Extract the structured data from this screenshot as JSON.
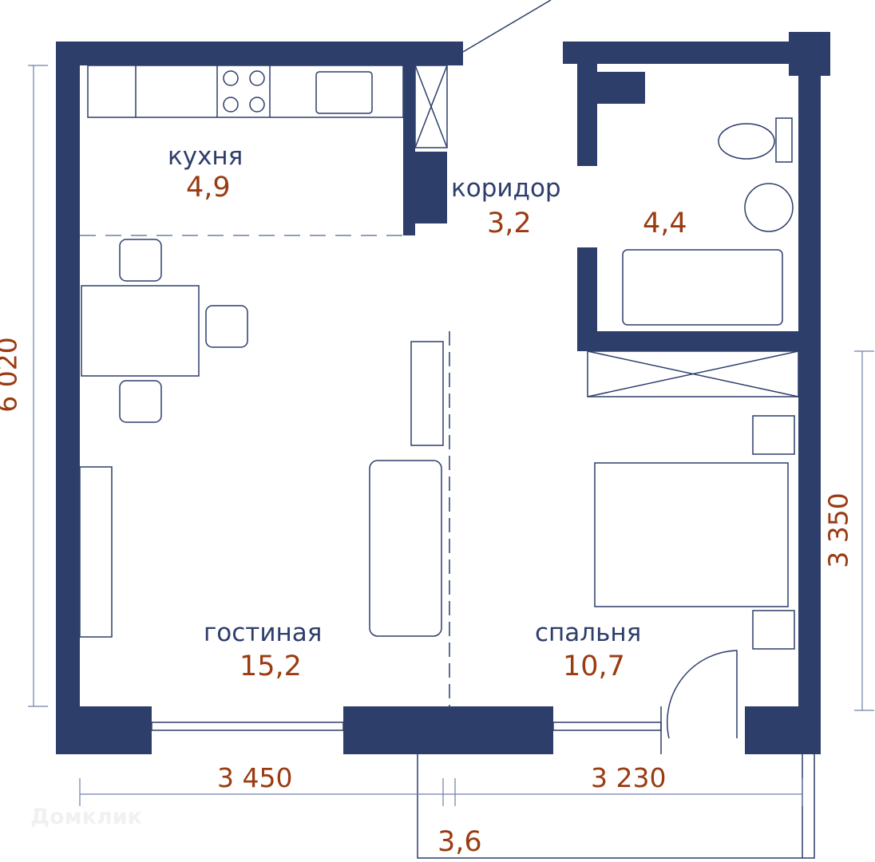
{
  "colors": {
    "wall": "#2d3e6b",
    "accent_text": "#9a3b12",
    "line": "#6f7fa8"
  },
  "rooms": [
    {
      "name": "кухня",
      "area": "4,9"
    },
    {
      "name": "коридор",
      "area": "3,2"
    },
    {
      "name": "",
      "area": "4,4"
    },
    {
      "name": "гостиная",
      "area": "15,2"
    },
    {
      "name": "спальня",
      "area": "10,7"
    }
  ],
  "balcony": {
    "area": "3,6"
  },
  "dimensions": {
    "height_total": "6 020",
    "height_bedroom": "3 350",
    "width_living": "3 450",
    "width_bedroom": "3 230"
  },
  "watermark": "Домклик"
}
